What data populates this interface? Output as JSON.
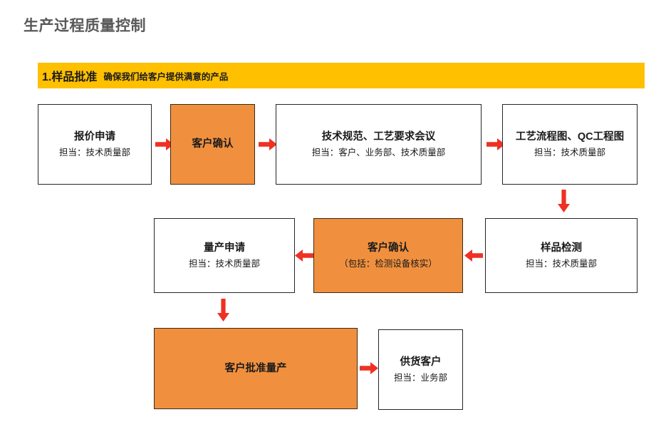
{
  "page": {
    "title": "生产过程质量控制",
    "title_color": "#595959",
    "background": "#ffffff"
  },
  "banner": {
    "number_label": "1.样品批准",
    "subtitle": "确保我们给客户提供满意的产品",
    "background_color": "#FFC000",
    "text_color": "#1a1a1a"
  },
  "colors": {
    "accent_orange": "#F0903F",
    "arrow_red": "#EE3124",
    "box_border": "#262626",
    "banner_yellow": "#FFC000"
  },
  "flow": {
    "rows": [
      {
        "name": "row-1",
        "boxes": [
          {
            "title": "报价申请",
            "sub": "担当：技术质量部",
            "highlight": false
          },
          {
            "title": "客户确认",
            "sub": "",
            "highlight": true
          },
          {
            "title": "技术规范、工艺要求会议",
            "sub": "担当：客户、业务部、技术质量部",
            "highlight": false
          },
          {
            "title": "工艺流程图、QC工程图",
            "sub": "担当：技术质量部",
            "highlight": false
          }
        ]
      },
      {
        "name": "row-2",
        "boxes": [
          {
            "title": "量产申请",
            "sub": "担当：技术质量部",
            "highlight": false
          },
          {
            "title": "客户确认",
            "sub": "（包括：检测设备核实）",
            "highlight": true
          },
          {
            "title": "样品检测",
            "sub": "担当：技术质量部",
            "highlight": false
          }
        ]
      },
      {
        "name": "row-3",
        "boxes": [
          {
            "title": "客户批准量产",
            "sub": "",
            "highlight": true
          },
          {
            "title": "供货客户",
            "sub": "担当：业务部",
            "highlight": false
          }
        ]
      }
    ],
    "arrows": [
      {
        "name": "arrow-row1-1to2",
        "direction": "right"
      },
      {
        "name": "arrow-row1-2to3",
        "direction": "right"
      },
      {
        "name": "arrow-row1-3to4",
        "direction": "right"
      },
      {
        "name": "arrow-row1-to-row2",
        "direction": "down"
      },
      {
        "name": "arrow-row2-3to2",
        "direction": "left"
      },
      {
        "name": "arrow-row2-2to1",
        "direction": "left"
      },
      {
        "name": "arrow-row2-to-row3",
        "direction": "down"
      },
      {
        "name": "arrow-row3-1to2",
        "direction": "right"
      }
    ]
  }
}
